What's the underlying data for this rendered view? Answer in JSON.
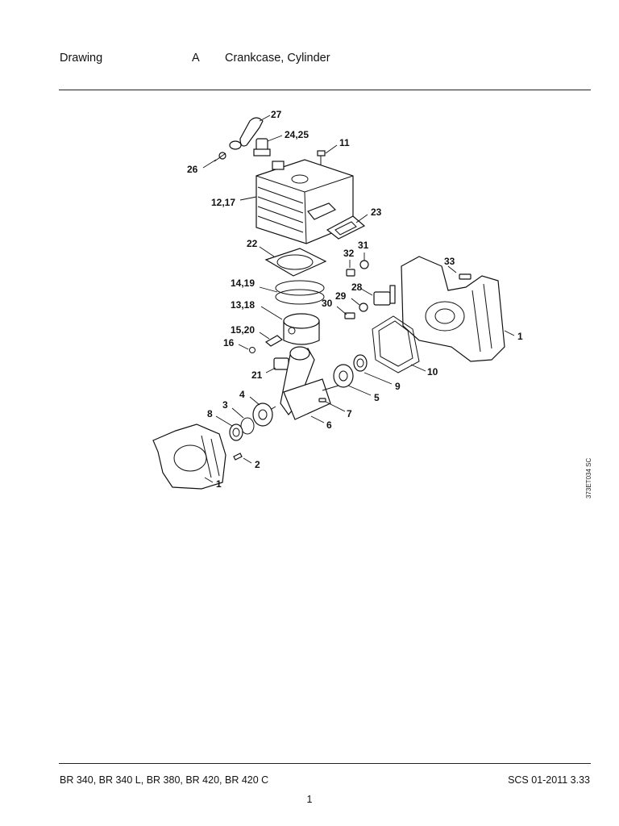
{
  "header": {
    "drawing_label": "Drawing",
    "drawing_letter": "A",
    "title": "Crankcase, Cylinder"
  },
  "footer": {
    "models": "BR 340, BR 340 L, BR 380, BR 420, BR 420 C",
    "code": "SCS 01-2011 3.33",
    "page": "1"
  },
  "figure": {
    "id": "373ET034 SC",
    "callouts": [
      "27",
      "24,25",
      "11",
      "26",
      "12,17",
      "23",
      "22",
      "31",
      "32",
      "33",
      "14,19",
      "28",
      "29",
      "30",
      "13,18",
      "1",
      "15,20",
      "16",
      "10",
      "21",
      "9",
      "4",
      "5",
      "3",
      "7",
      "8",
      "6",
      "2",
      "1"
    ]
  }
}
